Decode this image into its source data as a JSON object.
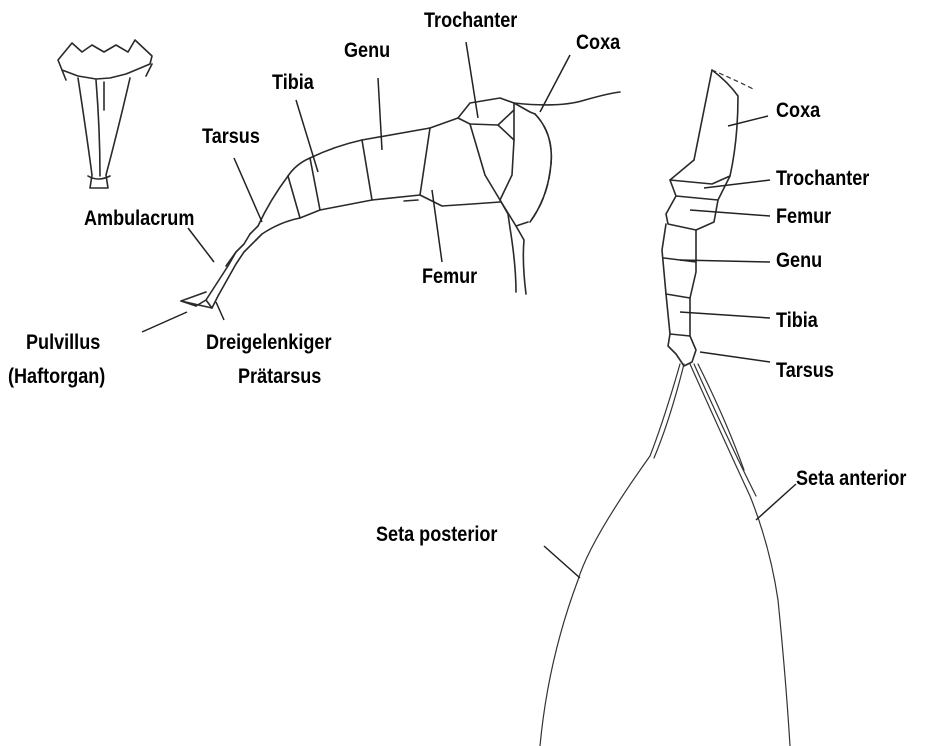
{
  "left_leg": {
    "labels": {
      "trochanter": "Trochanter",
      "coxa": "Coxa",
      "genu": "Genu",
      "tibia": "Tibia",
      "tarsus": "Tarsus",
      "ambulacrum": "Ambulacrum",
      "femur": "Femur",
      "pulvillus_line1": "Pulvillus",
      "pulvillus_line2": "(Haftorgan)",
      "praetarsus_line1": "Dreigelenkiger",
      "praetarsus_line2": "Prätarsus"
    }
  },
  "right_leg": {
    "labels": {
      "coxa": "Coxa",
      "trochanter": "Trochanter",
      "femur": "Femur",
      "genu": "Genu",
      "tibia": "Tibia",
      "tarsus": "Tarsus",
      "seta_anterior": "Seta anterior",
      "seta_posterior": "Seta posterior"
    }
  }
}
